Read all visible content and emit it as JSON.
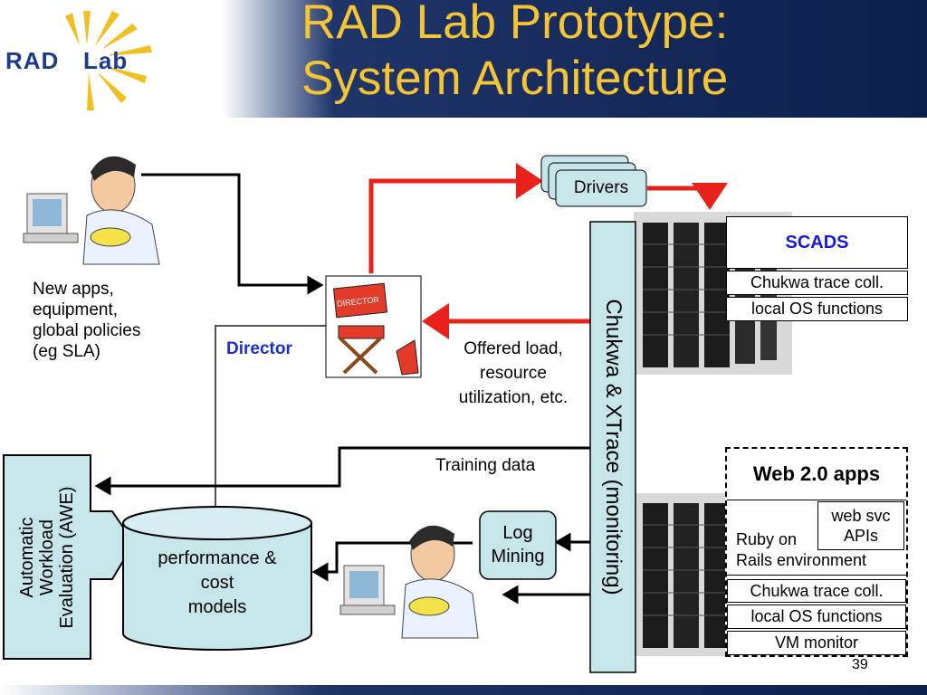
{
  "slide": {
    "title_line1": "RAD Lab Prototype:",
    "title_line2": "System Architecture",
    "logo_text": "RAD Lab",
    "page_number": "39"
  },
  "labels": {
    "new_apps": [
      "New apps,",
      "equipment,",
      "global policies",
      "(eg SLA)"
    ],
    "director": "Director",
    "offered_load": [
      "Offered load,",
      "resource",
      "utilization, etc."
    ],
    "training_data": "Training data",
    "drivers": "Drivers",
    "chukwa_xtrace": "Chukwa & XTrace (monitoring)",
    "awe": [
      "Automatic",
      "Workload",
      "Evaluation (AWE)"
    ],
    "perf_models": [
      "performance &",
      "cost",
      "models"
    ],
    "log_mining": [
      "Log",
      "Mining"
    ],
    "director_chair": "DIRECTOR"
  },
  "scads_stack": {
    "title": "SCADS",
    "chukwa": "Chukwa trace coll.",
    "local_os": "local OS functions"
  },
  "web20_stack": {
    "title": "Web 2.0 apps",
    "websvc": [
      "web svc",
      "APIs"
    ],
    "ruby": [
      "Ruby on",
      "Rails environment"
    ],
    "chukwa": "Chukwa trace coll.",
    "local_os": "local OS functions",
    "vm": "VM monitor"
  },
  "colors": {
    "title": "#f3c436",
    "header_navy": "#0c1f4c",
    "arrow_red": "#e8211b",
    "director_blue": "#1a2fd6",
    "scads_blue": "#1a1ad6",
    "teal_fill": "#c6e6ea"
  }
}
